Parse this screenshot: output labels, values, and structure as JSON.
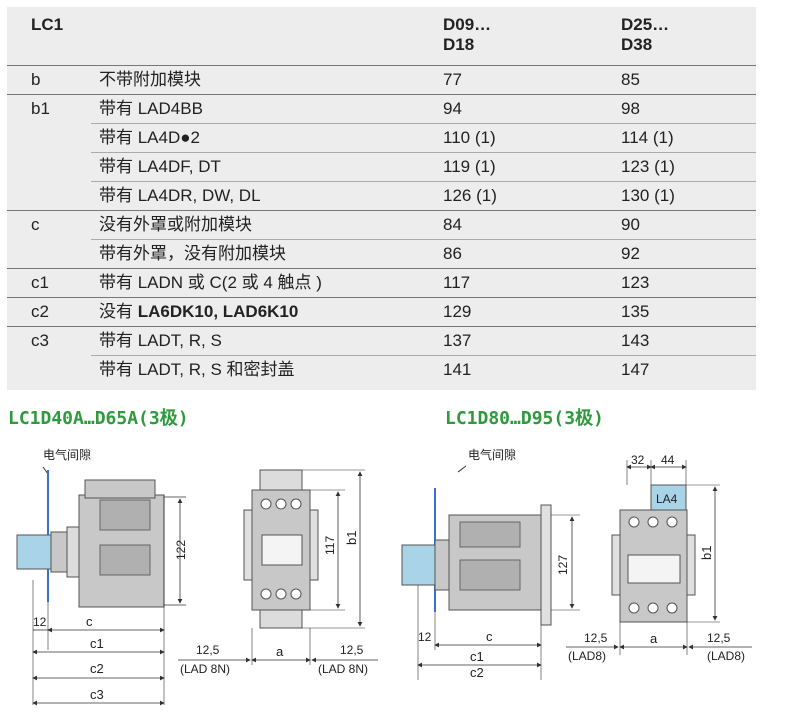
{
  "table": {
    "header": {
      "col1": "LC1",
      "col3_line1": "D09…",
      "col3_line2": "D18",
      "col4_line1": "D25…",
      "col4_line2": "D38"
    },
    "rows": [
      {
        "dim": "b",
        "desc": "不带附加模块",
        "v1": "77",
        "v2": "85"
      },
      {
        "dim": "b1",
        "desc": "带有 LAD4BB",
        "v1": "94",
        "v2": "98"
      },
      {
        "dim": "",
        "desc": "带有 LA4D●2",
        "v1": "110 (1)",
        "v2": "114 (1)"
      },
      {
        "dim": "",
        "desc": "带有 LA4DF, DT",
        "v1": "119 (1)",
        "v2": "123 (1)"
      },
      {
        "dim": "",
        "desc": "带有 LA4DR, DW, DL",
        "v1": "126 (1)",
        "v2": "130 (1)"
      },
      {
        "dim": "c",
        "desc": "没有外罩或附加模块",
        "v1": "84",
        "v2": "90"
      },
      {
        "dim": "",
        "desc": "带有外罩，没有附加模块",
        "v1": "86",
        "v2": "92"
      },
      {
        "dim": "c1",
        "desc": "带有 LADN 或 C(2 或 4 触点 )",
        "v1": "117",
        "v2": "123"
      },
      {
        "dim": "c2",
        "desc_prefix": "没有 ",
        "desc_bold": "LA6DK10, LAD6K10",
        "v1": "129",
        "v2": "135"
      },
      {
        "dim": "c3",
        "desc": "带有 LADT, R, S",
        "v1": "137",
        "v2": "143"
      },
      {
        "dim": "",
        "desc": "带有 LADT, R, S 和密封盖",
        "v1": "141",
        "v2": "147"
      }
    ]
  },
  "diagram_left": {
    "title": "LC1D40A…D65A(3极)",
    "clearance_label": "电气间隙",
    "dim_122": "122",
    "dim_12": "12",
    "dim_c": "c",
    "dim_c1": "c1",
    "dim_c2": "c2",
    "dim_c3": "c3",
    "dim_117": "117",
    "dim_b1": "b1",
    "dim_a": "a",
    "dim_125_left": "12,5",
    "lad_left": "(LAD 8N)",
    "dim_125_right": "12,5",
    "lad_right": "(LAD 8N)"
  },
  "diagram_right": {
    "title": "LC1D80…D95(3极)",
    "clearance_label": "电气间隙",
    "dim_127": "127",
    "dim_12": "12",
    "dim_c": "c",
    "dim_c1": "c1",
    "dim_c2": "c2",
    "dim_32": "32",
    "dim_44": "44",
    "la4_label": "LA4",
    "dim_b1": "b1",
    "dim_a": "a",
    "dim_125_left": "12,5",
    "lad_left": "(LAD8)",
    "dim_125_right": "12,5",
    "lad_right": "(LAD8)"
  },
  "colors": {
    "title_green": "#2e9a3d",
    "panel_gray": "#ededed",
    "accent_blue": "#3a6fd8",
    "body_gray": "#c8c8c8",
    "module_blue": "#a9d3e6"
  }
}
